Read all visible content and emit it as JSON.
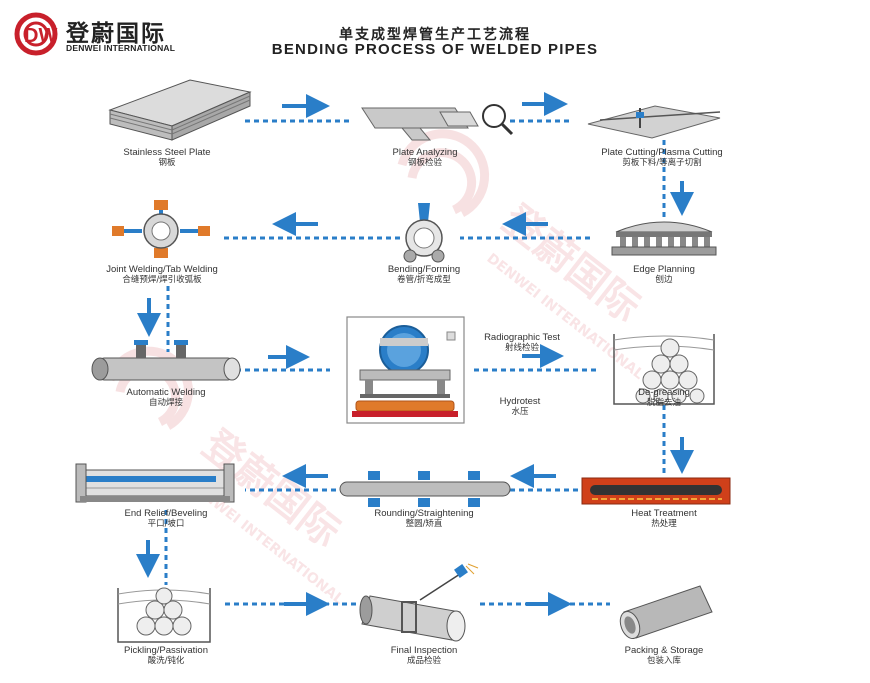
{
  "brand": {
    "name_cn": "登蔚国际",
    "name_en": "DENWEI INTERNATIONAL",
    "logo_mark": "DW",
    "colors": {
      "primary_red": "#c8202b",
      "accent_blue": "#2a7ec8",
      "dark": "#333333"
    }
  },
  "title": {
    "cn": "单支成型焊管生产工艺流程",
    "en": "BENDING PROCESS OF WELDED PIPES"
  },
  "steps": [
    {
      "id": "stainless-steel-plate",
      "en": "Stainless Steel Plate",
      "cn": "钢板"
    },
    {
      "id": "plate-analyzing",
      "en": "Plate Analyzing",
      "cn": "钢板检验"
    },
    {
      "id": "plate-cutting",
      "en": "Plate Cutting/Plasma Cutting",
      "cn": "剪板下料/等离子切割"
    },
    {
      "id": "edge-planning",
      "en": "Edge Planning",
      "cn": "刨边"
    },
    {
      "id": "bending-forming",
      "en": "Bending/Forming",
      "cn": "卷管/折弯成型"
    },
    {
      "id": "joint-welding",
      "en": "Joint Welding/Tab Welding",
      "cn": "合缝预焊/焊引收弧板"
    },
    {
      "id": "automatic-welding",
      "en": "Automatic Welding",
      "cn": "自动焊接"
    },
    {
      "id": "radiographic-test",
      "en": "Radiographic Test",
      "cn": "射线检验"
    },
    {
      "id": "hydrotest",
      "en": "Hydrotest",
      "cn": "水压"
    },
    {
      "id": "de-greasing",
      "en": "De-greasing",
      "cn": "脱脂去油"
    },
    {
      "id": "heat-treatment",
      "en": "Heat Treatment",
      "cn": "热处理"
    },
    {
      "id": "rounding-straightening",
      "en": "Rounding/Straightening",
      "cn": "整圆/矫直"
    },
    {
      "id": "end-relief-beveling",
      "en": "End Relief/Beveling",
      "cn": "平口/坡口"
    },
    {
      "id": "pickling-passivation",
      "en": "Pickling/Passivation",
      "cn": "酸洗/钝化"
    },
    {
      "id": "final-inspection",
      "en": "Final Inspection",
      "cn": "成品检验"
    },
    {
      "id": "packing-storage",
      "en": "Packing & Storage",
      "cn": "包装入库"
    }
  ],
  "watermark": {
    "cn": "登蔚国际",
    "en": "DENWEI INTERNATIONAL"
  }
}
